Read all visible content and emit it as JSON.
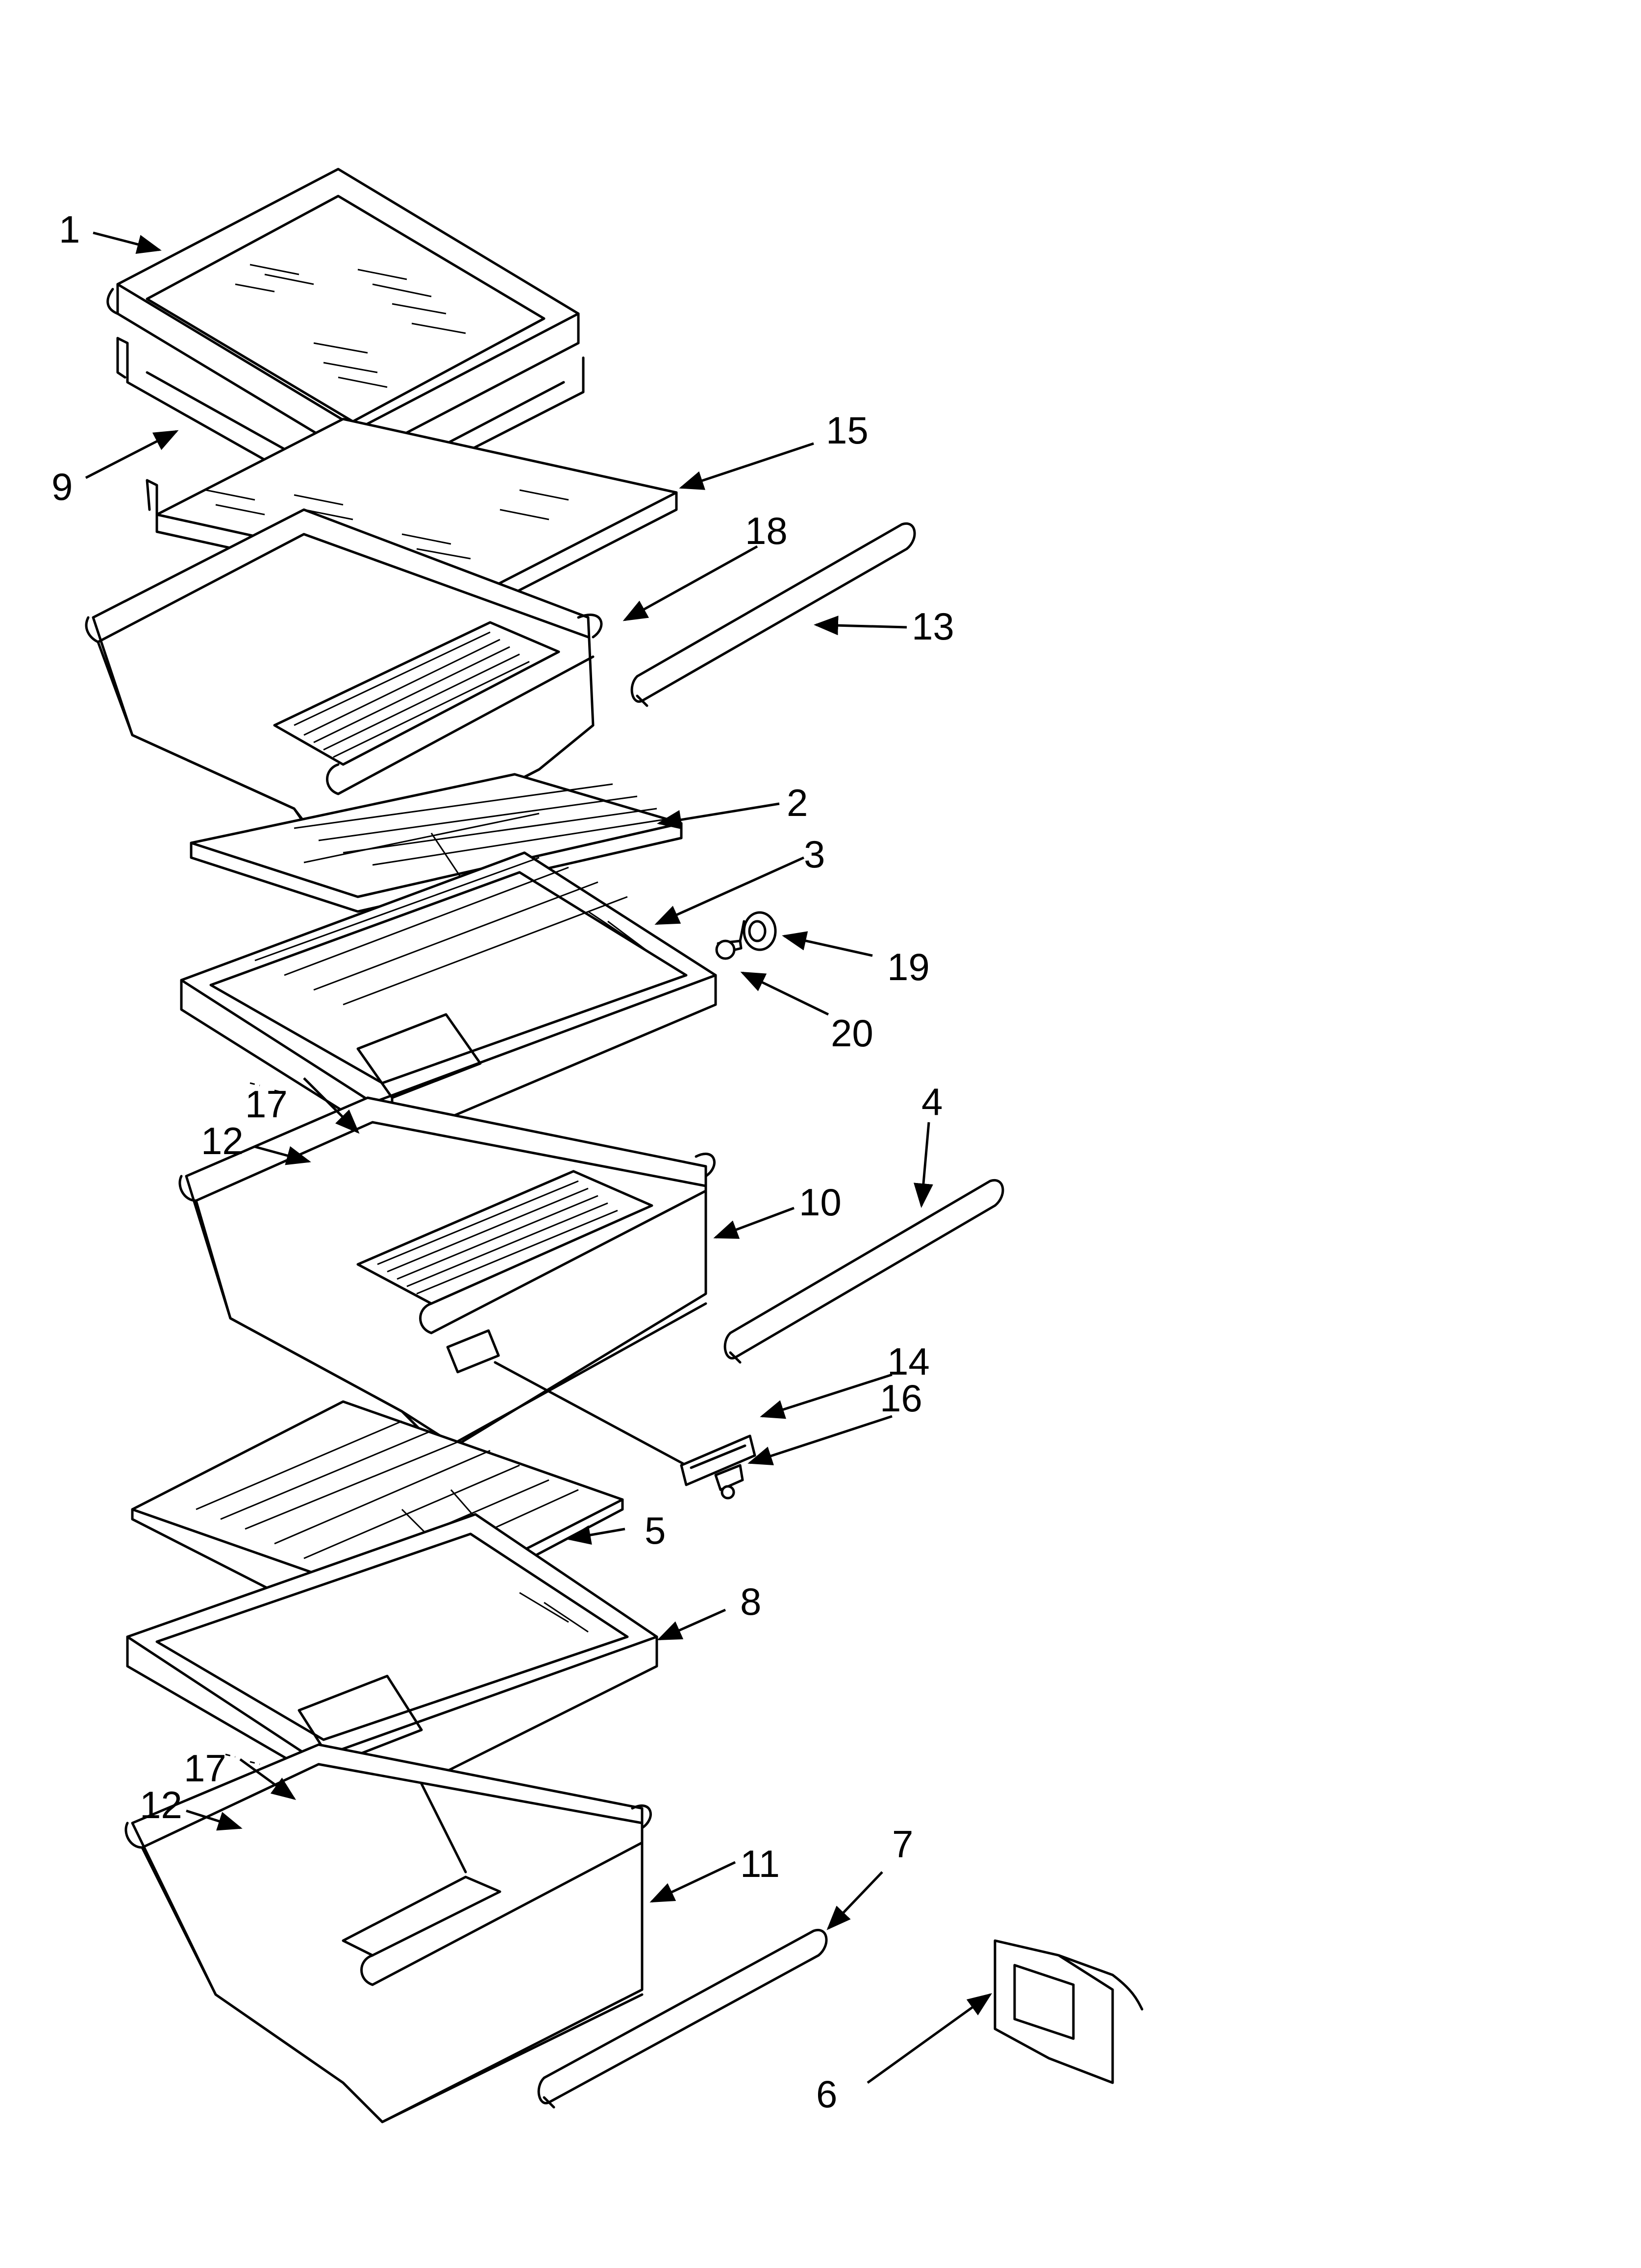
{
  "diagram": {
    "type": "exploded-parts-diagram",
    "callouts": {
      "c1": "1",
      "c9": "9",
      "c15": "15",
      "c18": "18",
      "c13": "13",
      "c2": "2",
      "c3": "3",
      "c19": "19",
      "c20": "20",
      "c17a": "17",
      "c12a": "12",
      "c4": "4",
      "c10": "10",
      "c14": "14",
      "c16": "16",
      "c5": "5",
      "c8": "8",
      "c17b": "17",
      "c12b": "12",
      "c7": "7",
      "c11": "11",
      "c6": "6"
    }
  }
}
